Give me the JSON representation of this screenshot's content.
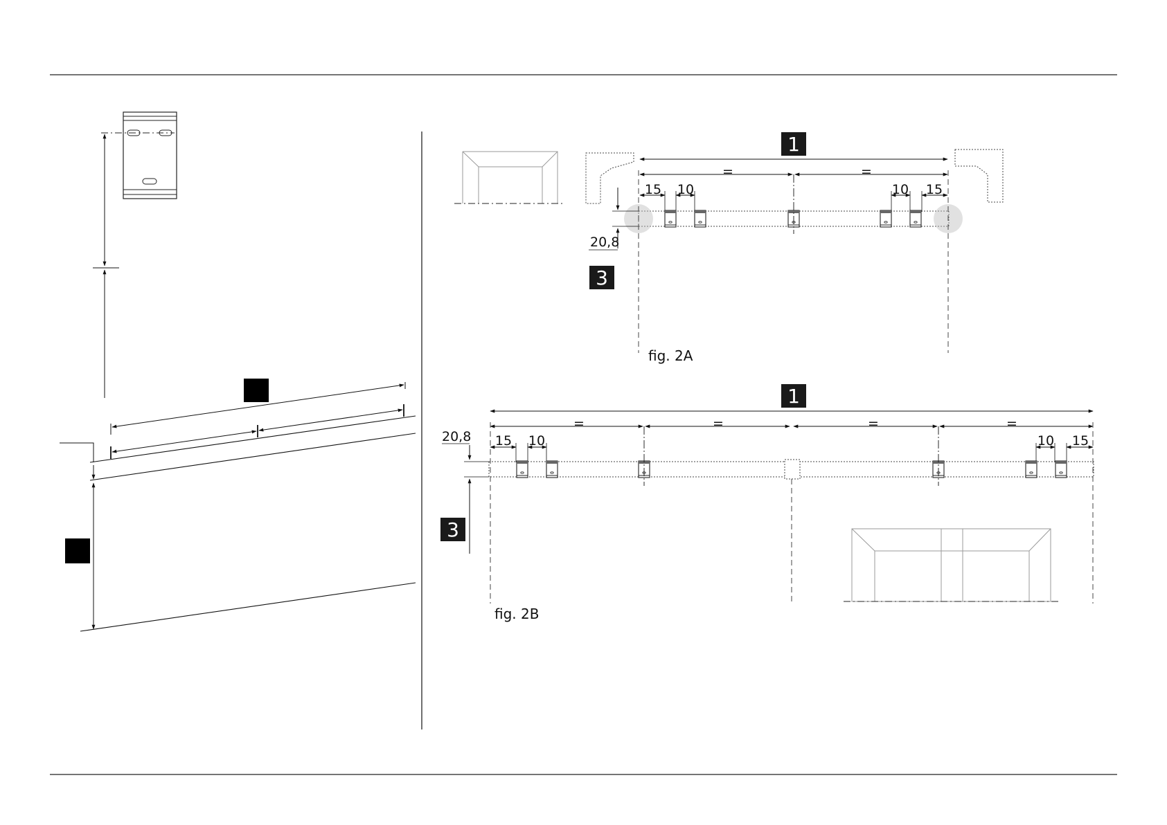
{
  "badges": {
    "fig2a_top": "1",
    "fig2a_left": "3",
    "fig2b_top": "1",
    "fig2b_left": "3"
  },
  "fig2a": {
    "caption": "fig. 2A",
    "eq_left": "=",
    "eq_right": "=",
    "dim_15_left": "15",
    "dim_10_left": "10",
    "dim_10_right": "10",
    "dim_15_right": "15",
    "dim_height": "20,8"
  },
  "fig2b": {
    "caption": "fig. 2B",
    "eq_1": "=",
    "eq_2": "=",
    "eq_3": "=",
    "eq_4": "=",
    "dim_15_left": "15",
    "dim_10_left": "10",
    "dim_10_right": "10",
    "dim_15_right": "15",
    "dim_height": "20,8"
  }
}
